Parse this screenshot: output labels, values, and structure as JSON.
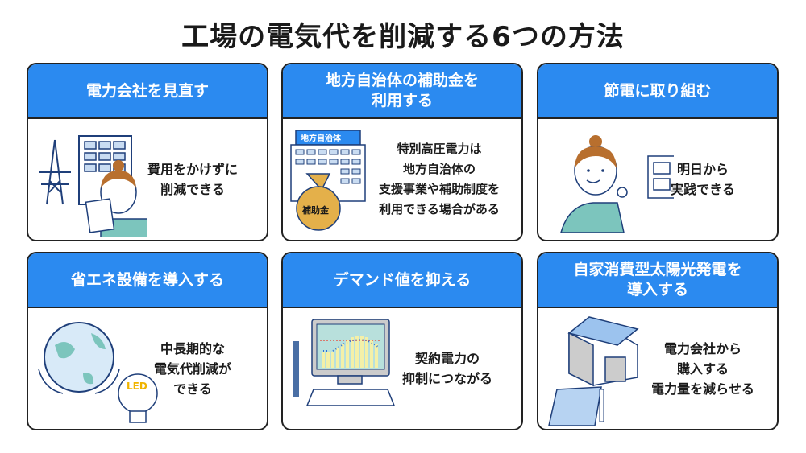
{
  "title": "工場の電気代を削減する6つの方法",
  "colors": {
    "header_blue": "#2b8af0",
    "border": "#222222",
    "accent_orange": "#b86f2e",
    "accent_teal": "#7cc5bd",
    "line_navy": "#1f3f7a"
  },
  "cards": [
    {
      "heading": "電力会社を見直す",
      "text": "費用をかけずに\n削減できる",
      "illustration": "power-tower-building-person"
    },
    {
      "heading": "地方自治体の補助金を\n利用する",
      "text": "特別高圧電力は\n地方自治体の\n支援事業や補助制度を\n利用できる場合がある",
      "illustration": "municipal-building-subsidy-bag",
      "building_label": "地方自治体",
      "bag_label": "補助金"
    },
    {
      "heading": "節電に取り組む",
      "text": "明日から\n実践できる",
      "illustration": "person-unplugging-outlet"
    },
    {
      "heading": "省エネ設備を導入する",
      "text": "中長期的な\n電気代削減が\nできる",
      "illustration": "globe-hands-led-bulb",
      "bulb_label": "LED"
    },
    {
      "heading": "デマンド値を抑える",
      "text": "契約電力の\n抑制につながる",
      "illustration": "computer-demand-chart"
    },
    {
      "heading": "自家消費型太陽光発電を\n導入する",
      "text": "電力会社から\n購入する\n電力量を減らせる",
      "illustration": "factory-solar-panels"
    }
  ]
}
